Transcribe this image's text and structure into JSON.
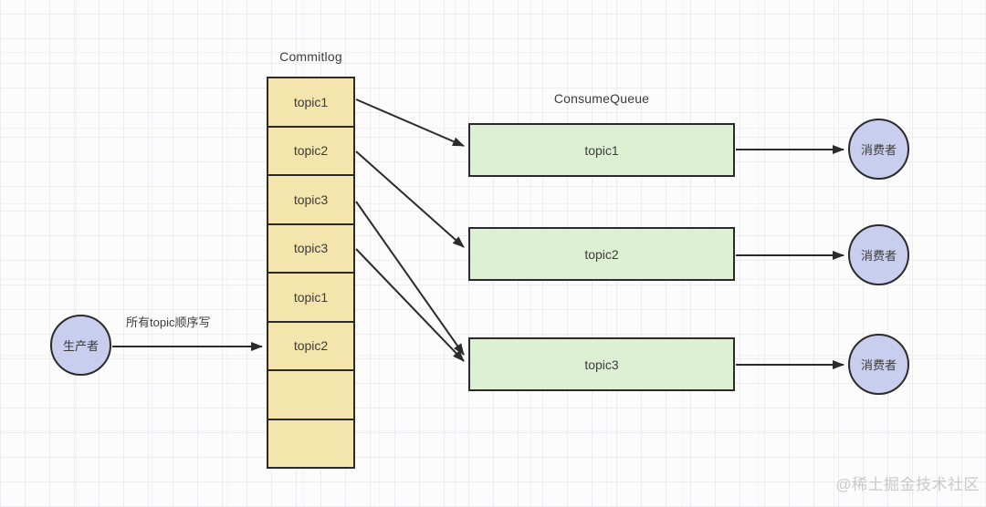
{
  "colors": {
    "background": "#fcfcfc",
    "stroke": "#2b2b2b",
    "commitlog-fill": "#f3e5ab",
    "queue-fill": "#def0d4",
    "node-fill": "#c9cdee",
    "text": "#3c3c3c",
    "watermark": "#c9c9c9"
  },
  "producer": {
    "label": "生产者"
  },
  "producer_arrow": {
    "label": "所有topic顺序写"
  },
  "commitlog": {
    "title": "Commitlog",
    "cells": [
      "topic1",
      "topic2",
      "topic3",
      "topic3",
      "topic1",
      "topic2",
      "",
      ""
    ]
  },
  "consume_queue": {
    "title": "ConsumeQueue",
    "queues": [
      {
        "label": "topic1"
      },
      {
        "label": "topic2"
      },
      {
        "label": "topic3"
      }
    ]
  },
  "consumers": [
    {
      "label": "消费者"
    },
    {
      "label": "消费者"
    },
    {
      "label": "消费者"
    }
  ],
  "watermark": "@稀土掘金技术社区"
}
